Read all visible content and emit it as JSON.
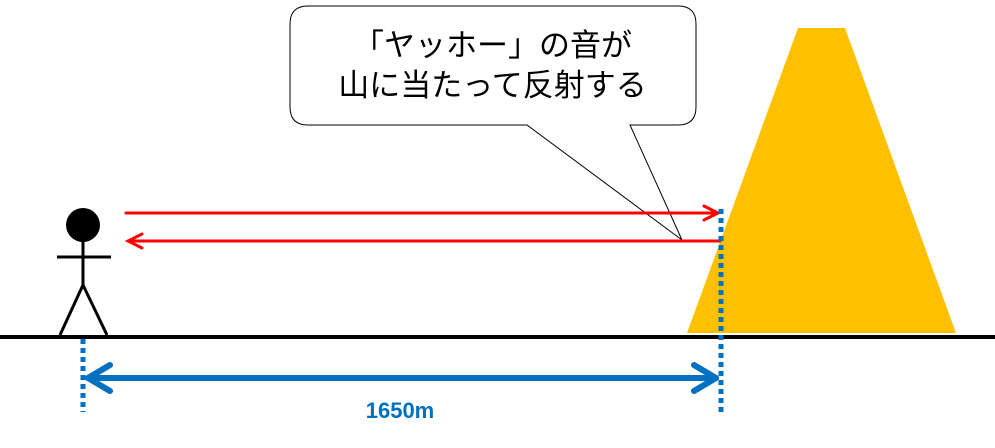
{
  "speech_bubble": {
    "line1": "「ヤッホー」の音が",
    "line2": "山に当たって反射する"
  },
  "distance": {
    "label": "1650m"
  },
  "colors": {
    "mountain": "#FFC000",
    "sound_arrows": "#FF0000",
    "distance_marker": "#0070C0",
    "ground": "#000000",
    "person": "#000000"
  },
  "icons": {
    "person": "stick-figure",
    "mountain": "trapezoid-mountain"
  }
}
